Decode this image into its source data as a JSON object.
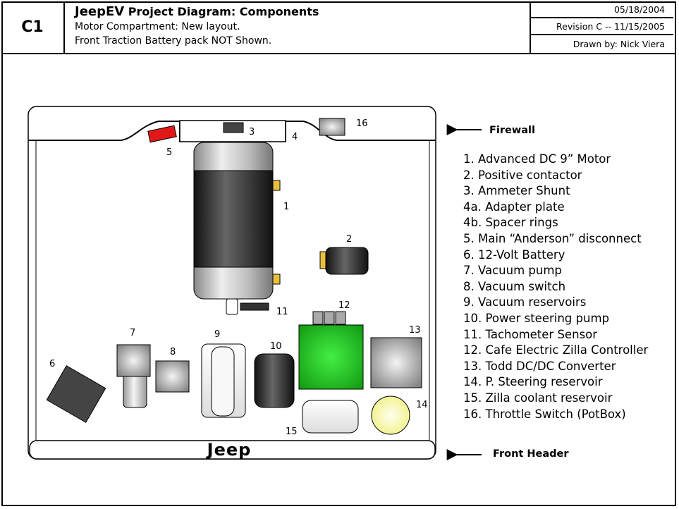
{
  "header": {
    "sheet_code": "C1",
    "title_prefix": "JeepEV",
    "title_rest": " Project Diagram: Components",
    "line1": "Motor Compartment: New layout.",
    "line2": "Front Traction Battery pack NOT Shown.",
    "date": "05/18/2004",
    "revision": "Revision C -- 11/15/2005",
    "drawn_by": "Drawn by: Nick Viera"
  },
  "diagram": {
    "firewall_label": "Firewall",
    "front_header_label": "Front Header",
    "jeep_logo_text": "Jeep",
    "numbers": {
      "n1": "1",
      "n2": "2",
      "n3": "3",
      "n4": "4",
      "n5": "5",
      "n6": "6",
      "n7": "7",
      "n8": "8",
      "n9": "9",
      "n10": "10",
      "n11": "11",
      "n12": "12",
      "n13": "13",
      "n14": "14",
      "n15": "15",
      "n16": "16"
    },
    "colors": {
      "contactor_tab": "#e8c040",
      "disconnect": "#e01818",
      "controller": "#22cc22",
      "reservoir_yellow": "#ffffb0"
    }
  },
  "legend": [
    "1. Advanced DC 9” Motor",
    "2. Positive contactor",
    "3. Ammeter Shunt",
    "4a. Adapter plate",
    "4b. Spacer rings",
    "5. Main “Anderson” disconnect",
    "6. 12-Volt Battery",
    "7. Vacuum pump",
    "8. Vacuum switch",
    "9. Vacuum reservoirs",
    "10. Power steering pump",
    "11. Tachometer Sensor",
    "12. Cafe Electric Zilla Controller",
    "13. Todd DC/DC Converter",
    "14. P. Steering reservoir",
    "15. Zilla coolant reservoir",
    "16. Throttle Switch (PotBox)"
  ]
}
